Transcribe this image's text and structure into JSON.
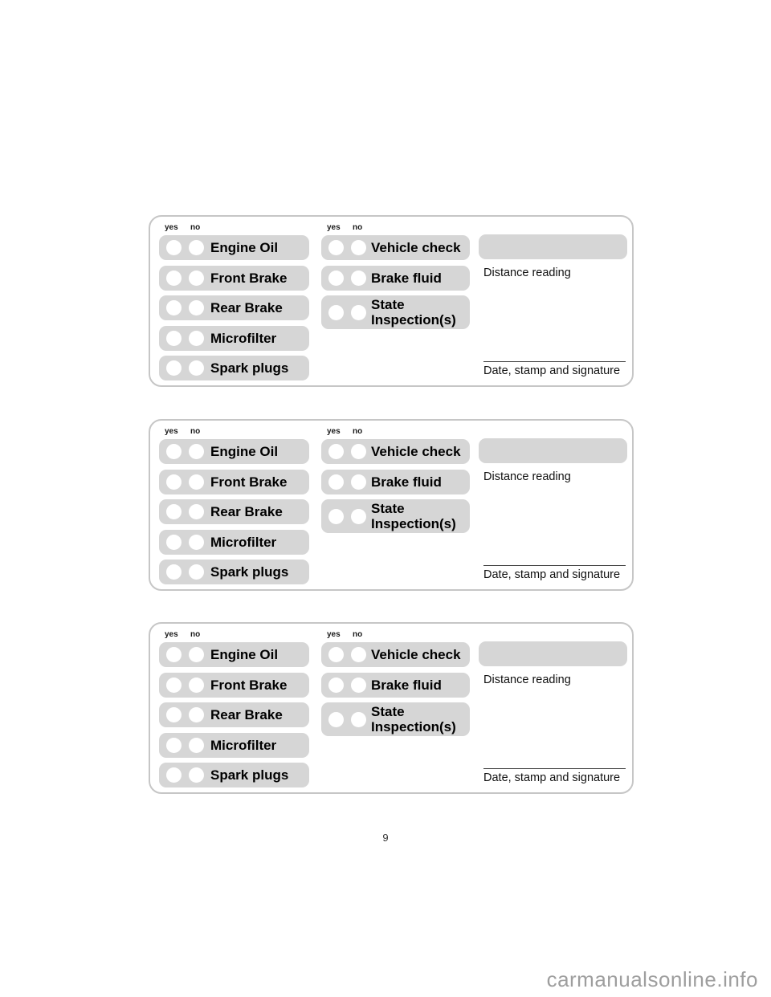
{
  "page": {
    "number": "9",
    "watermark": "carmanualsonline.info"
  },
  "colors": {
    "row_background": "#d6d6d6",
    "block_border": "#c6c6c6",
    "checkbox_circle": "#ffffff",
    "label_text": "#000000",
    "watermark_text": "#9e9e9e"
  },
  "blocks": [
    {
      "yes_label": "yes",
      "no_label": "no",
      "maintenance_items": [
        {
          "label": "Engine Oil"
        },
        {
          "label": "Front Brake"
        },
        {
          "label": "Rear Brake"
        },
        {
          "label": "Microfilter"
        },
        {
          "label": "Spark plugs"
        }
      ],
      "inspection_items": [
        {
          "label": "Vehicle check"
        },
        {
          "label": "Brake fluid"
        },
        {
          "label": "State Inspection(s)"
        }
      ],
      "distance_label": "Distance reading",
      "signature_label": "Date, stamp and signature"
    },
    {
      "yes_label": "yes",
      "no_label": "no",
      "maintenance_items": [
        {
          "label": "Engine Oil"
        },
        {
          "label": "Front Brake"
        },
        {
          "label": "Rear Brake"
        },
        {
          "label": "Microfilter"
        },
        {
          "label": "Spark plugs"
        }
      ],
      "inspection_items": [
        {
          "label": "Vehicle check"
        },
        {
          "label": "Brake fluid"
        },
        {
          "label": "State Inspection(s)"
        }
      ],
      "distance_label": "Distance reading",
      "signature_label": "Date, stamp and signature"
    },
    {
      "yes_label": "yes",
      "no_label": "no",
      "maintenance_items": [
        {
          "label": "Engine Oil"
        },
        {
          "label": "Front Brake"
        },
        {
          "label": "Rear Brake"
        },
        {
          "label": "Microfilter"
        },
        {
          "label": "Spark plugs"
        }
      ],
      "inspection_items": [
        {
          "label": "Vehicle check"
        },
        {
          "label": "Brake fluid"
        },
        {
          "label": "State Inspection(s)"
        }
      ],
      "distance_label": "Distance reading",
      "signature_label": "Date, stamp and signature"
    }
  ]
}
